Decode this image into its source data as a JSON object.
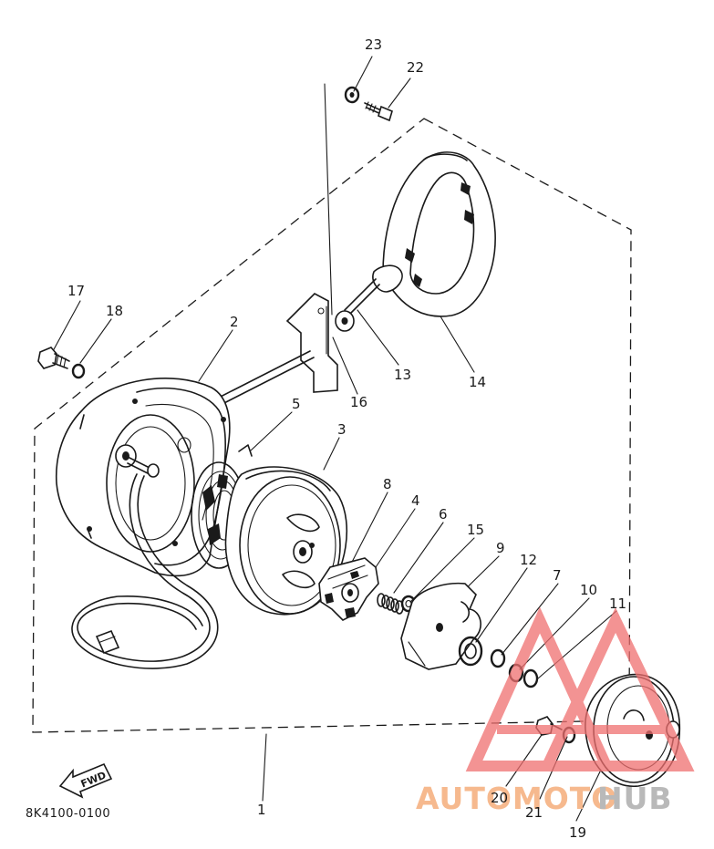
{
  "part_labels": [
    "23",
    "22",
    "17",
    "18",
    "2",
    "13",
    "14",
    "16",
    "5",
    "3",
    "8",
    "4",
    "6",
    "15",
    "9",
    "12",
    "7",
    "10",
    "11",
    "20",
    "21",
    "19",
    "1"
  ],
  "diagram_code": "8K4100-0100",
  "fwd_arrow_text": "FWD",
  "watermark": {
    "part1": "AUTOMOTO",
    "part2": "HUB",
    "color1": "#f6b98e",
    "color2": "#b9b9b9",
    "logo_color": "#f07070"
  }
}
